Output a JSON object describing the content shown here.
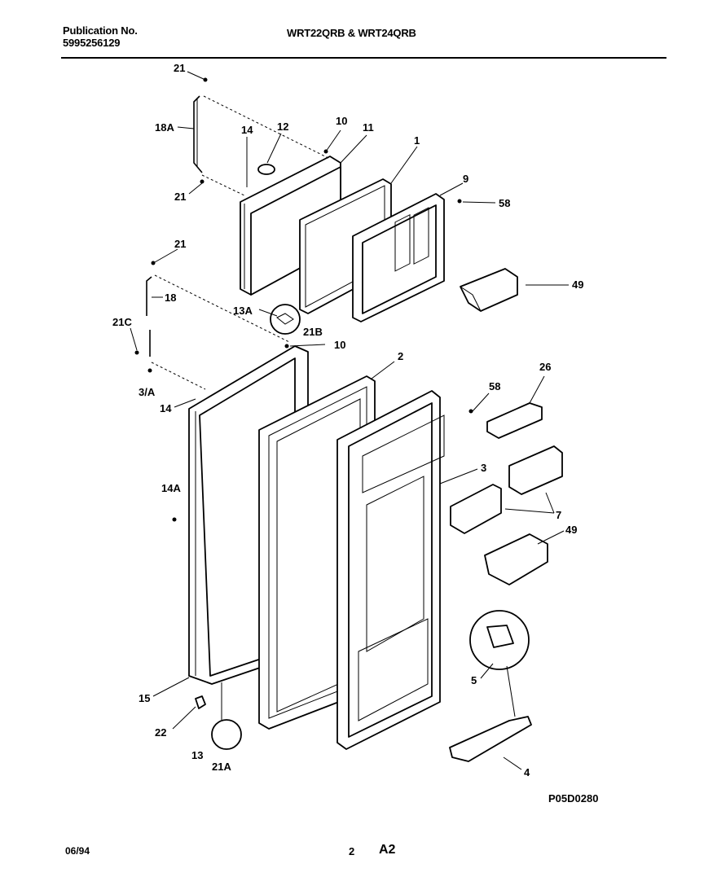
{
  "header": {
    "publication_label": "Publication No.",
    "publication_number": "5995256129",
    "models": "WRT22QRB & WRT24QRB"
  },
  "footer": {
    "date": "06/94",
    "page": "2",
    "section": "A2",
    "drawing_code": "P05D0280"
  },
  "callouts": [
    "21",
    "18A",
    "14",
    "12",
    "10",
    "11",
    "1",
    "9",
    "58",
    "21",
    "49",
    "21",
    "18",
    "13A",
    "21B",
    "21C",
    "10",
    "3/A",
    "14",
    "2",
    "58",
    "26",
    "3",
    "14A",
    "7",
    "49",
    "5",
    "15",
    "22",
    "13",
    "21A",
    "4"
  ]
}
